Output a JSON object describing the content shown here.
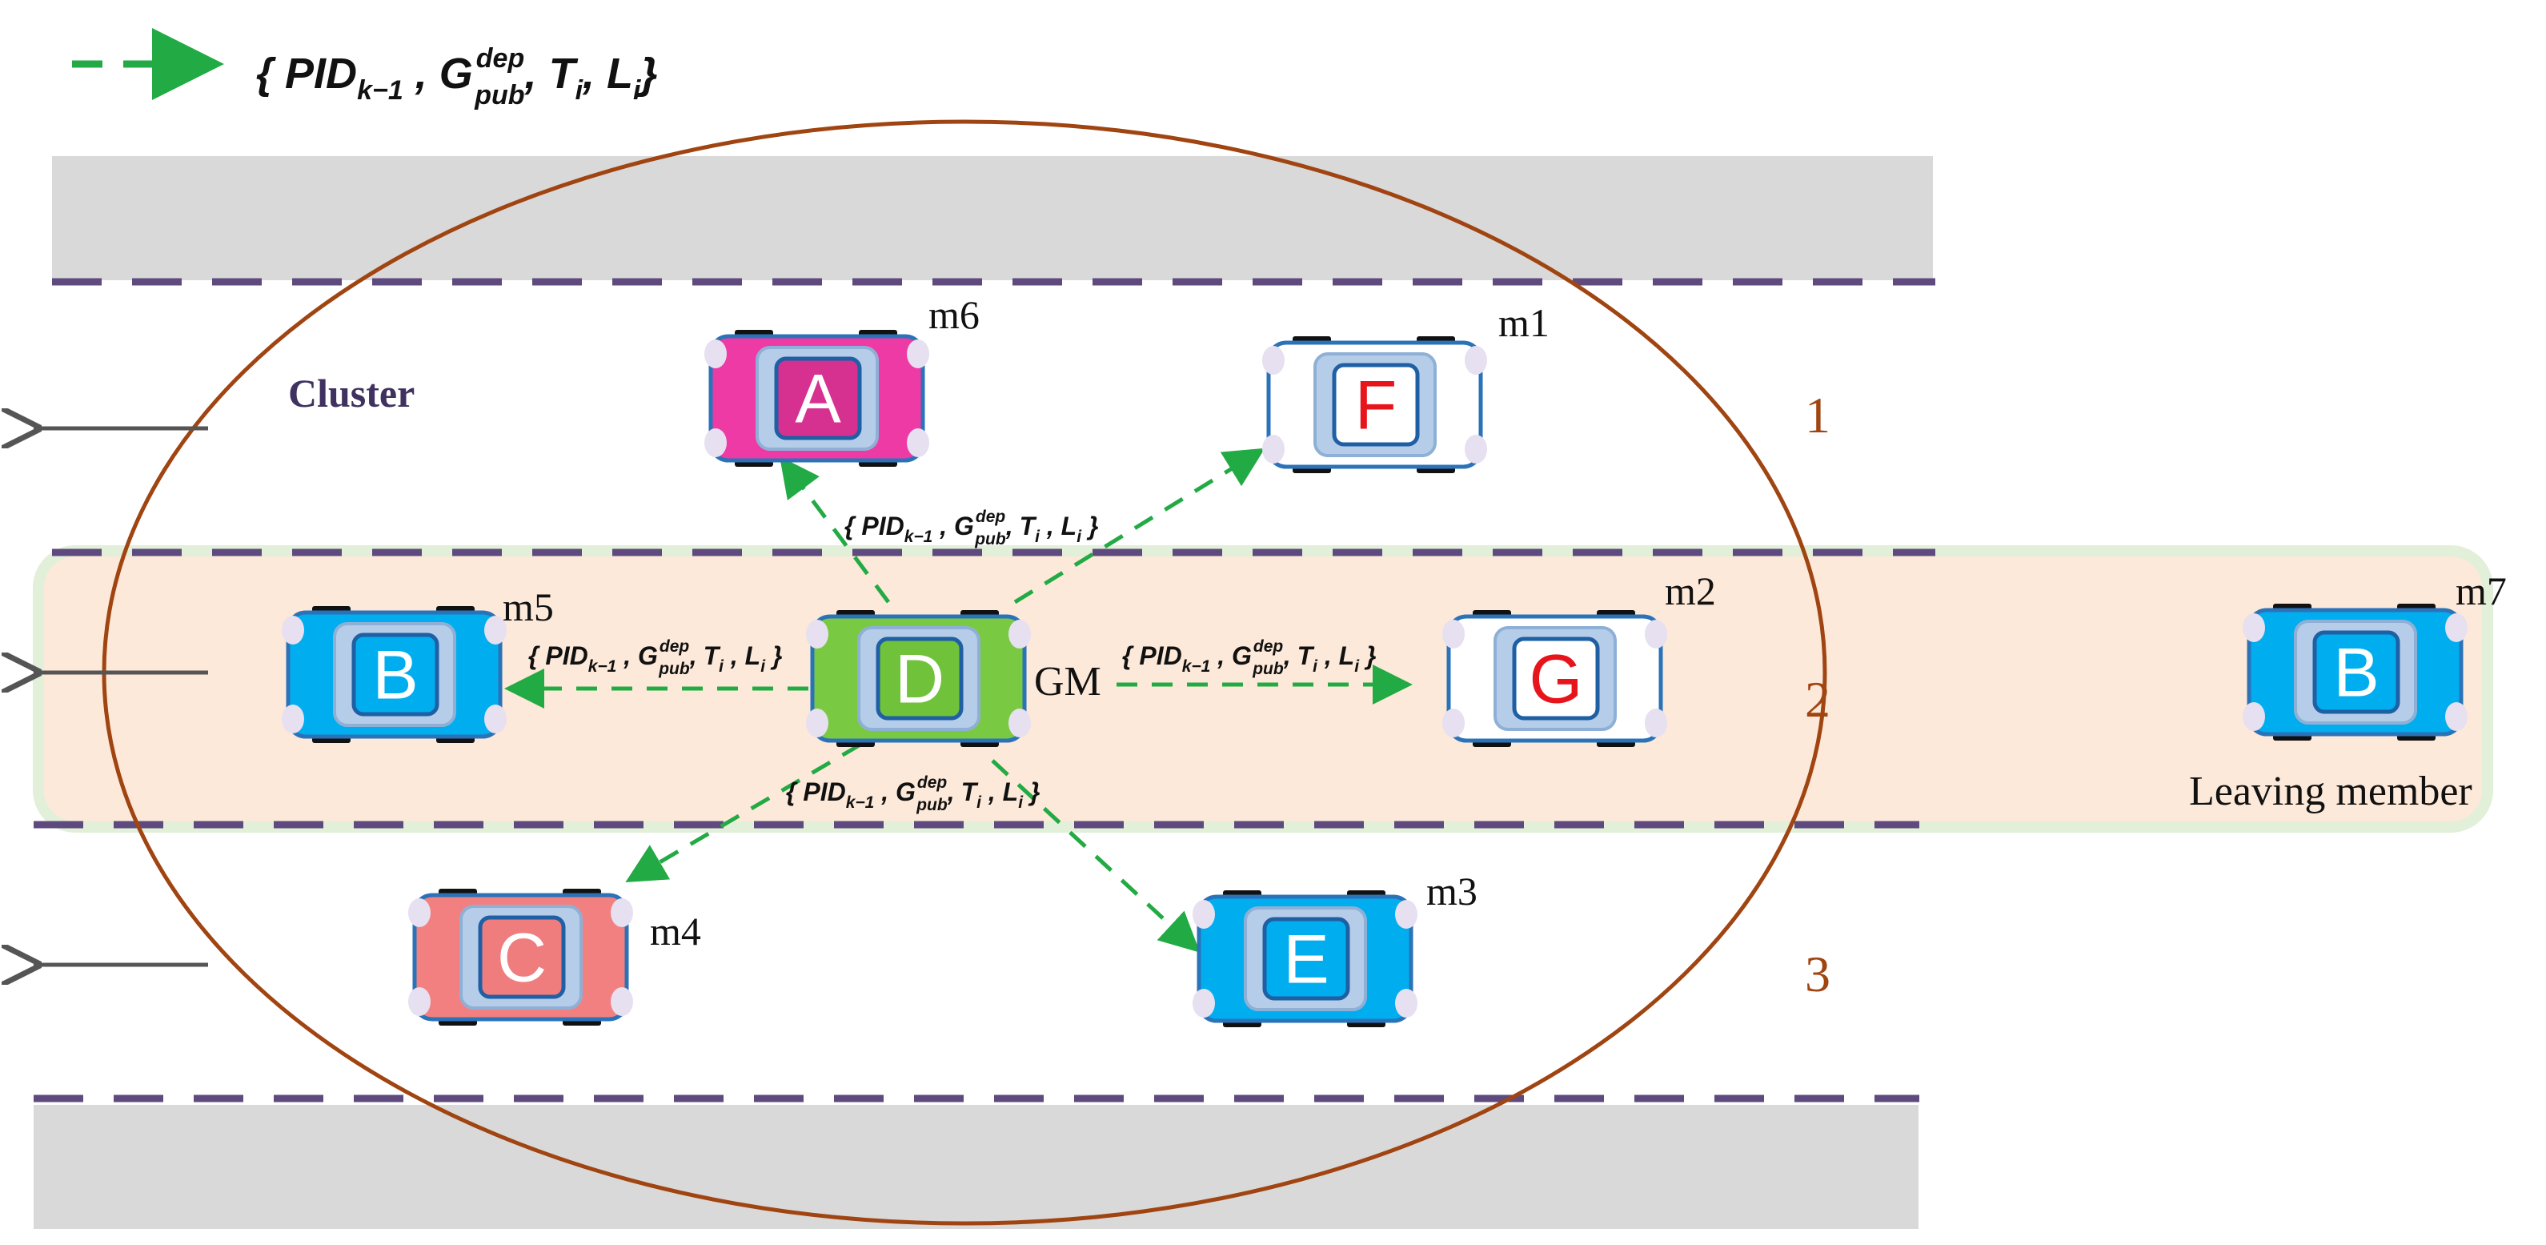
{
  "legend": {
    "open": "{ ",
    "pid": "PID",
    "pid_sub": "k−1",
    "sep1": " , ",
    "g": "G",
    "g_sup": "dep",
    "g_sub": "pub",
    "sep2": ", ",
    "t": "T",
    "t_sub": "i",
    "sep3": ", ",
    "l": "L",
    "l_sub": "i",
    "close": "}",
    "line_color": "#22aa44"
  },
  "labels": {
    "cluster": "Cluster",
    "lane_1": "1",
    "lane_2": "2",
    "lane_3": "3",
    "gm": "GM",
    "leaving_member": "Leaving member"
  },
  "messages": {
    "open": "{ ",
    "pid": "PID",
    "pid_sub": "k−1",
    "sep1": " , ",
    "g": "G",
    "g_sup": "dep",
    "g_sub": "pub",
    "sep2": ",",
    "t": "T",
    "t_sub": "i",
    "sep3": " , ",
    "l": "L",
    "l_sub": "i",
    "close": " }"
  },
  "vehicles": [
    {
      "id": "A",
      "member": "m6",
      "body": "#ee3aa5",
      "inner": "#d63091",
      "text": "#ffffff"
    },
    {
      "id": "F",
      "member": "m1",
      "body": "#ffffff",
      "inner": "#ffffff",
      "text": "#e8141c"
    },
    {
      "id": "B",
      "member": "m5",
      "body": "#00aeef",
      "inner": "#00aeef",
      "text": "#ffffff"
    },
    {
      "id": "D",
      "member": "",
      "body": "#7ac943",
      "inner": "#6fc23a",
      "text": "#ffffff"
    },
    {
      "id": "G",
      "member": "m2",
      "body": "#ffffff",
      "inner": "#ffffff",
      "text": "#e8141c"
    },
    {
      "id": "B",
      "member": "m7",
      "body": "#00aeef",
      "inner": "#00aeef",
      "text": "#ffffff"
    },
    {
      "id": "C",
      "member": "m4",
      "body": "#f28080",
      "inner": "#f07d7d",
      "text": "#ffffff"
    },
    {
      "id": "E",
      "member": "m3",
      "body": "#00aeef",
      "inner": "#00aeef",
      "text": "#ffffff"
    }
  ],
  "colors": {
    "road_gray": "#d9d9d9",
    "lane_dash": "#5e4a7e",
    "cluster_ring": "#a04512",
    "lane_highlight": "#fde9d9",
    "lane_highlight_border": "#e2efd9",
    "arrow_gray": "#555555",
    "lane_number": "#a04512",
    "cluster_label": "#3f3160"
  }
}
